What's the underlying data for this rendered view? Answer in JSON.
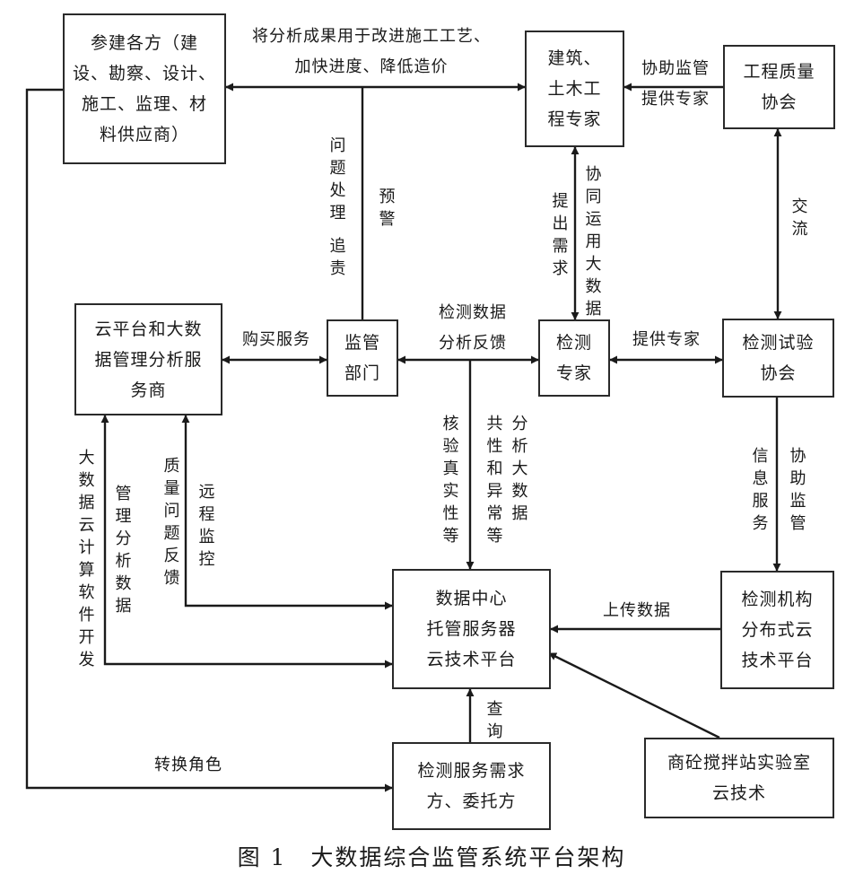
{
  "nodes": {
    "participants": "参建各方（建\n设、勘察、设计、\n施工、监理、材\n料供应商）",
    "civil_experts": "建筑、\n土木工\n程专家",
    "quality_assoc": "工程质量\n协会",
    "cloud_vendor": "云平台和大数\n据管理分析服\n务商",
    "regulator": "监管\n部门",
    "test_experts": "检测\n专家",
    "testing_assoc": "检测试验\n协会",
    "data_center": "数据中心\n托管服务器\n云技术平台",
    "lab_cloud": "检测机构\n分布式云\n技术平台",
    "clients": "检测服务需求\n方、委托方",
    "concrete_lab": "商砼搅拌站实验室\n云技术"
  },
  "labels": {
    "apply_results": "将分析成果用于改进施工工艺、\n加快进度、降低造价",
    "assist_supervise": "协助监管\n提供专家",
    "issue_handling": "问题处理",
    "accountability": "追责",
    "warning": "预警",
    "raise_demand": "提出需求",
    "co_bigdata": "协同运用大数据",
    "exchange": "交流",
    "buy_service": "购买服务",
    "feedback": "检测数据\n分析反馈",
    "provide_experts": "提供专家",
    "verify": "核验真实性等",
    "common_abnormal": "共性和异常等",
    "analyze_bigdata": "分析大数据",
    "info_service": "信息服务",
    "assist_supervise2": "协助监管",
    "bigdata_dev": "大数据云计算软件开发",
    "manage_data": "管理分析数据",
    "quality_feedback": "质量问题反馈",
    "remote_monitor": "远程监控",
    "upload": "上传数据",
    "query": "查询",
    "switch_role": "转换角色"
  },
  "caption": "图 1　大数据综合监管系统平台架构"
}
